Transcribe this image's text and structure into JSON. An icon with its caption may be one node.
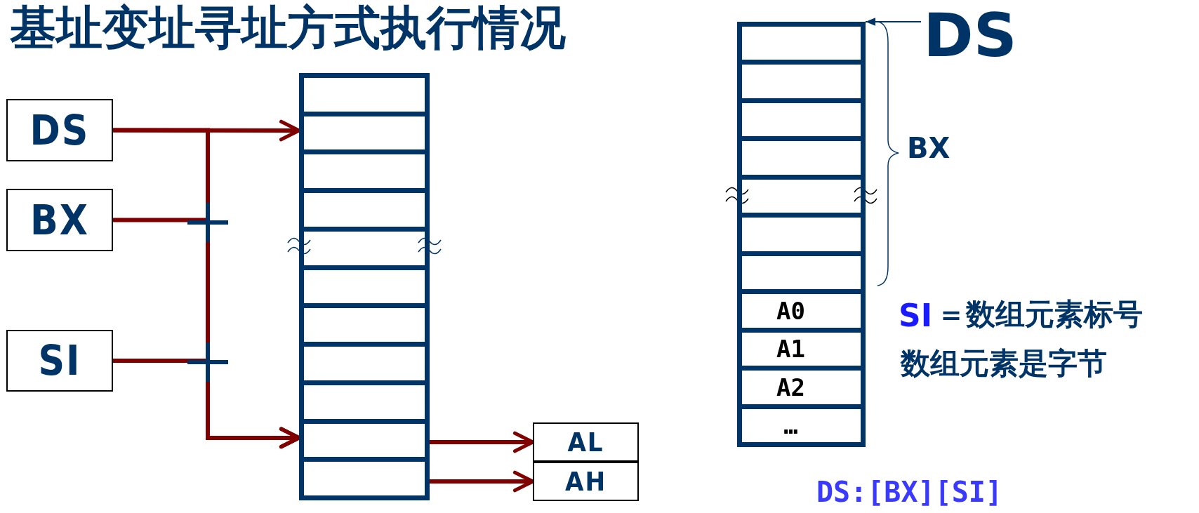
{
  "diagram": {
    "title": "基址变址寻址方式执行情况",
    "nodes": [
      {
        "text": [
          "DS"
        ]
      },
      {
        "text": [
          "BX"
        ]
      },
      {
        "text": [
          "SI"
        ]
      },
      {
        "text": [],
        "shape": "box"
      },
      {
        "text": [],
        "shape": "box",
        "in": 3
      },
      {
        "text": [],
        "shape": "box",
        "in": 3
      },
      {
        "text": [],
        "shape": "box",
        "in": 3
      },
      {
        "text": [],
        "shape": "box",
        "in": 3
      },
      {
        "text": [],
        "shape": "box",
        "in": 3
      },
      {
        "text": [],
        "shape": "box",
        "in": 3
      },
      {
        "text": [],
        "shape": "box",
        "in": 3
      },
      {
        "text": [],
        "shape": "box",
        "in": 3
      },
      {
        "text": [],
        "shape": "box",
        "in": 3
      },
      {
        "text": [],
        "shape": "box",
        "in": 3
      },
      {
        "text": [],
        "shape": "box",
        "in": 3
      },
      {
        "text": [
          "AL"
        ]
      },
      {
        "text": [
          "AH"
        ]
      },
      {
        "text": [],
        "shape": "box"
      },
      {
        "text": [],
        "shape": "box",
        "in": 17
      },
      {
        "text": [],
        "shape": "box",
        "in": 17
      },
      {
        "text": [],
        "shape": "box",
        "in": 17
      },
      {
        "text": [],
        "shape": "box",
        "in": 17
      },
      {
        "text": [],
        "shape": "box",
        "in": 17
      },
      {
        "text": [],
        "shape": "box",
        "in": 17
      },
      {
        "text": [],
        "shape": "box",
        "in": 17
      },
      {
        "text": [
          "A0"
        ],
        "in": 17
      },
      {
        "text": [
          "A1"
        ],
        "in": 17
      },
      {
        "text": [
          "A2"
        ],
        "in": 17
      },
      {
        "text": [
          "…"
        ],
        "in": 17
      },
      {
        "text": [
          "DS"
        ]
      }
    ],
    "edges": [
      {
        "from": 0,
        "to": 5,
        "arrow": "to"
      },
      {
        "from": 0,
        "to": 13,
        "arrow": "to"
      },
      {
        "from": 1,
        "to": 13,
        "arrow": "to"
      },
      {
        "from": 2,
        "to": 13,
        "arrow": "to"
      },
      {
        "from": 13,
        "to": 15,
        "arrow": "to"
      },
      {
        "from": 14,
        "to": 16,
        "arrow": "to"
      },
      {
        "from": 29,
        "to": 17,
        "arrow": "to",
        "color": "#003366"
      }
    ],
    "labels": [
      "BX",
      "SI",
      "＝数组元素标号",
      "数组元素是字节",
      "DS:[BX][SI]"
    ]
  }
}
